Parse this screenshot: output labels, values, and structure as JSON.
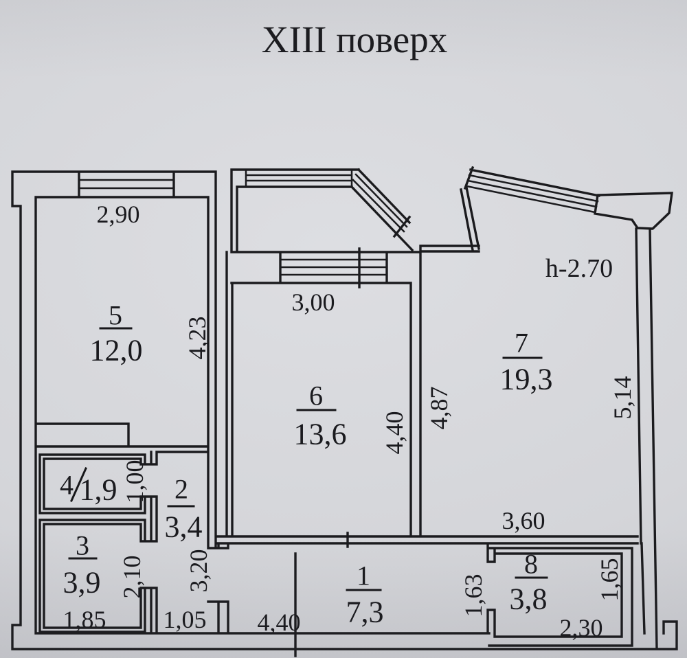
{
  "title": "XIII поверх",
  "colors": {
    "paper": "#d4d5d9",
    "ink": "#1b1b1e"
  },
  "labels": {
    "ceiling_height": "h-2.70"
  },
  "rooms": {
    "r1": {
      "number": "1",
      "area": "7,3"
    },
    "r2": {
      "number": "2",
      "area": "3,4"
    },
    "r3": {
      "number": "3",
      "area": "3,9"
    },
    "r4": {
      "number": "4",
      "area": "1,9"
    },
    "r5": {
      "number": "5",
      "area": "12,0"
    },
    "r6": {
      "number": "6",
      "area": "13,6"
    },
    "r7": {
      "number": "7",
      "area": "19,3"
    },
    "r8": {
      "number": "8",
      "area": "3,8"
    }
  },
  "dimensions": {
    "room5_width": "2,90",
    "room5_depth": "4,23",
    "room6_width": "3,00",
    "room6_depth": "4,40",
    "room7_left_depth": "4,87",
    "room7_right_depth": "5,14",
    "room7_width": "3,60",
    "room4_depth": "1,00",
    "room3_depth": "2,10",
    "room2_depth": "3,20",
    "room3_width": "1,85",
    "room2_width": "1,05",
    "room1_width": "4,40",
    "room1_right_depth": "1,63",
    "room8_depth": "1,65",
    "room8_width": "2,30"
  }
}
